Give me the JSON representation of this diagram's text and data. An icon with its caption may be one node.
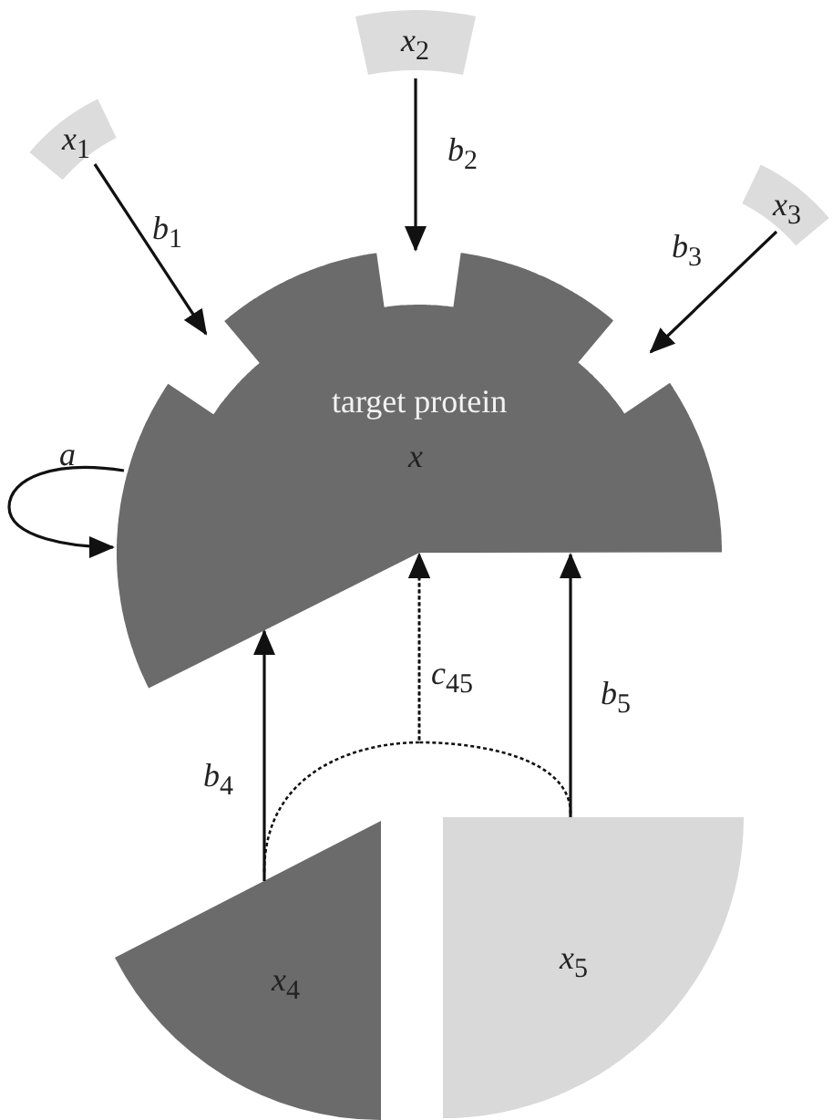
{
  "diagram": {
    "nodes": [
      {
        "text": [
          "target protein",
          "x"
        ]
      },
      {
        "text": [
          "*x*$_{1}$"
        ]
      },
      {
        "text": [
          "*x*$_{2}$"
        ]
      },
      {
        "text": [
          "*x*$_{3}$"
        ]
      },
      {
        "text": [
          "*x*$_{4}$"
        ]
      },
      {
        "text": [
          "*x*$_{5}$"
        ]
      }
    ],
    "edges": [
      {
        "from": 1,
        "to": 0,
        "arrow": "to",
        "label": "*b*$_{1}$"
      },
      {
        "from": 2,
        "to": 0,
        "arrow": "to",
        "label": "*b*$_{2}$"
      },
      {
        "from": 3,
        "to": 0,
        "arrow": "to",
        "label": "*b*$_{3}$"
      },
      {
        "from": 4,
        "to": 0,
        "arrow": "to",
        "label": "*b*$_{4}$"
      },
      {
        "from": 5,
        "to": 0,
        "arrow": "to",
        "label": "*b*$_{5}$"
      },
      {
        "from": 4,
        "to": 0,
        "arrow": "to",
        "style": "dashed",
        "label": "*c*$_{45}$"
      },
      {
        "from": 5,
        "to": 0,
        "arrow": "to",
        "style": "dashed"
      },
      {
        "from": 0,
        "to": 0,
        "arrow": "to",
        "label": "*a*"
      }
    ]
  }
}
